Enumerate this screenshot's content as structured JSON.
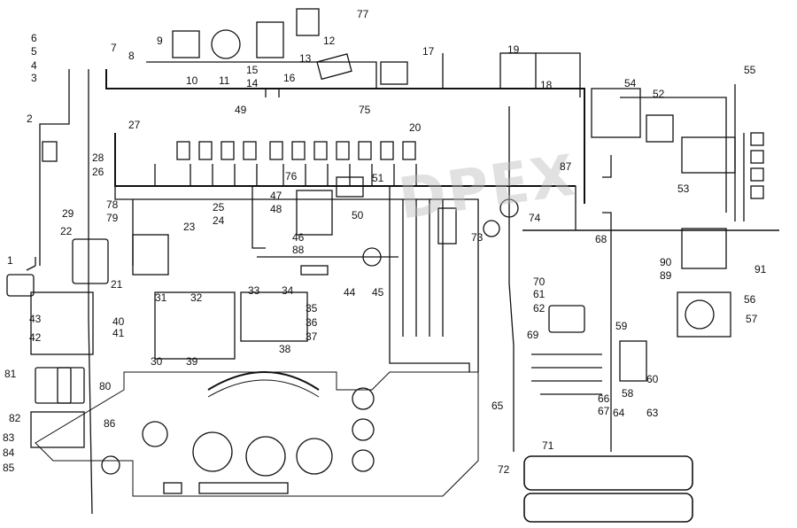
{
  "watermark": "DPEX",
  "callouts": {
    "c1": "1",
    "c2": "2",
    "c3": "3",
    "c4": "4",
    "c5": "5",
    "c6": "6",
    "c7": "7",
    "c8": "8",
    "c9": "9",
    "c10": "10",
    "c11": "11",
    "c12": "12",
    "c13": "13",
    "c14": "14",
    "c15": "15",
    "c16": "16",
    "c17": "17",
    "c18": "18",
    "c19": "19",
    "c20": "20",
    "c21": "21",
    "c22": "22",
    "c23": "23",
    "c24": "24",
    "c25": "25",
    "c26": "26",
    "c27": "27",
    "c28": "28",
    "c29": "29",
    "c30": "30",
    "c31": "31",
    "c32": "32",
    "c33": "33",
    "c34": "34",
    "c35": "35",
    "c36": "36",
    "c37": "37",
    "c38": "38",
    "c39": "39",
    "c40": "40",
    "c41": "41",
    "c42": "42",
    "c43": "43",
    "c44": "44",
    "c45": "45",
    "c46": "46",
    "c47": "47",
    "c48": "48",
    "c49": "49",
    "c50": "50",
    "c51": "51",
    "c52": "52",
    "c53": "53",
    "c54": "54",
    "c55": "55",
    "c56": "56",
    "c57": "57",
    "c58": "58",
    "c59": "59",
    "c60": "60",
    "c61": "61",
    "c62": "62",
    "c63": "63",
    "c64": "64",
    "c65": "65",
    "c66": "66",
    "c67": "67",
    "c68": "68",
    "c69": "69",
    "c70": "70",
    "c71": "71",
    "c72": "72",
    "c73": "73",
    "c74": "74",
    "c75": "75",
    "c76": "76",
    "c77": "77",
    "c78": "78",
    "c79": "79",
    "c80": "80",
    "c81": "81",
    "c82": "82",
    "c83": "83",
    "c84": "84",
    "c85": "85",
    "c86": "86",
    "c87": "87",
    "c88": "88",
    "c89": "89",
    "c90": "90",
    "c91": "91"
  }
}
